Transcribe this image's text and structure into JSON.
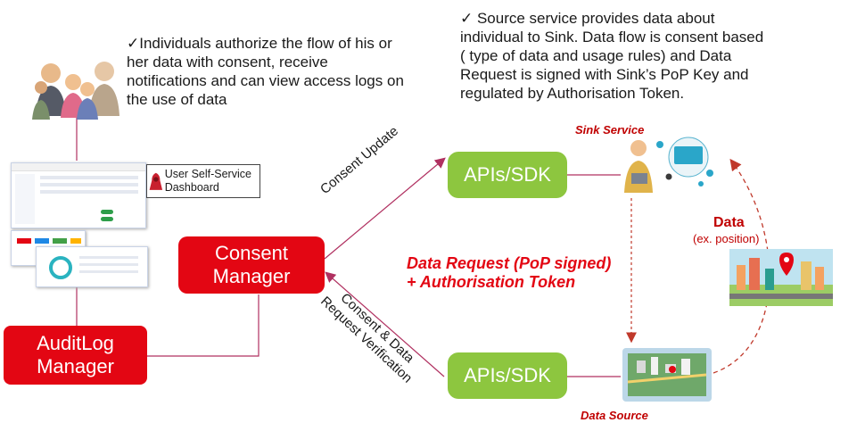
{
  "notes": {
    "individuals": "✓Individuals  authorize the flow of his or her data with consent, receive notifications and can view access logs on the use of data",
    "source": "✓ Source service provides data about individual to Sink. Data flow is consent based ( type of data and usage rules) and Data Request is signed with Sink’s PoP Key and regulated by Authorisation Token."
  },
  "dashboard_label": "User Self-Service Dashboard",
  "consent_manager": "Consent\nManager",
  "auditlog_manager": "AuditLog\nManager",
  "apis_top": "APIs/SDK",
  "apis_bottom": "APIs/SDK",
  "edge_consent_update": "Consent Update",
  "edge_verification": "Consent & Data\nRequest Verification",
  "sink_service": "Sink Service",
  "data_source": "Data Source",
  "data_label": "Data",
  "data_sub": "(ex. position)",
  "request_line1": "Data Request (PoP signed)",
  "request_line2": "+ Authorisation Token",
  "colors": {
    "red": "#e30613",
    "green": "#8dc63f",
    "connector": "#b03060"
  }
}
